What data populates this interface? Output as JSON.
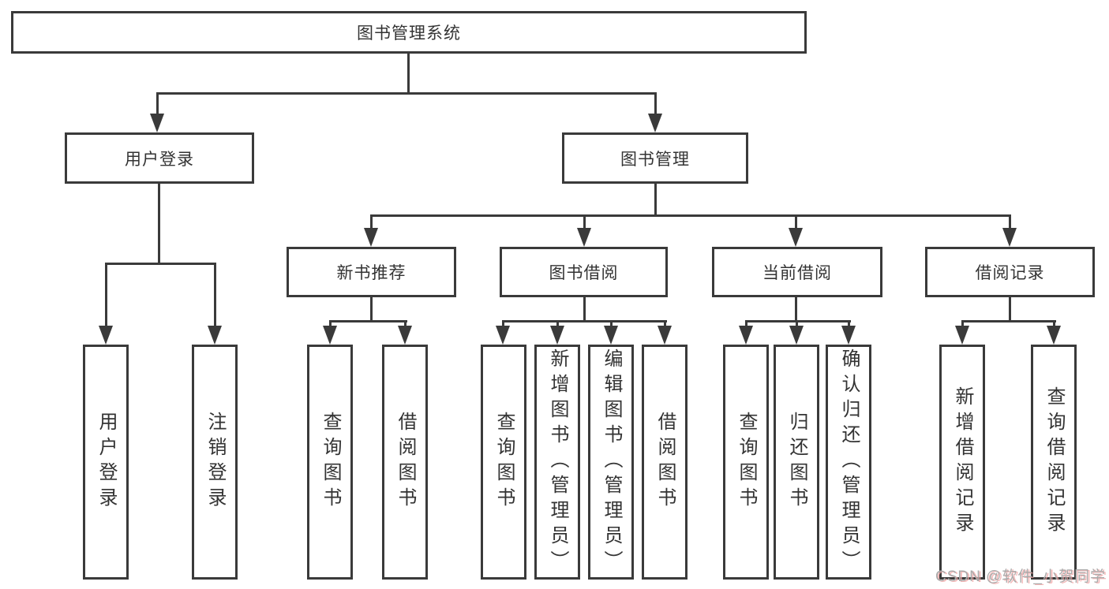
{
  "nodes": {
    "root": "图书管理系统",
    "user_login": "用户登录",
    "book_mgmt": "图书管理",
    "new_book": "新书推荐",
    "book_borrow": "图书借阅",
    "current_borrow": "当前借阅",
    "borrow_records": "借阅记录",
    "leaf_user_login": "用户登录",
    "leaf_logout": "注销登录",
    "leaf_nb_query": "查询图书",
    "leaf_nb_borrow": "借阅图书",
    "leaf_bb_query": "查询图书",
    "leaf_bb_add": "新增图书（管理员）",
    "leaf_bb_edit": "编辑图书（管理员）",
    "leaf_bb_borrow": "借阅图书",
    "leaf_cb_query": "查询图书",
    "leaf_cb_return": "归还图书",
    "leaf_cb_confirm": "确认归还（管理员）",
    "leaf_br_add": "新增借阅记录",
    "leaf_br_query": "查询借阅记录"
  },
  "watermark": {
    "text": "CSDN @软件_小贺同学"
  },
  "colors": {
    "line": "#3a3a3a",
    "text": "#333333",
    "background": "#ffffff",
    "watermark_gray": "#ababab",
    "watermark_pink": "#f0a0a0"
  }
}
